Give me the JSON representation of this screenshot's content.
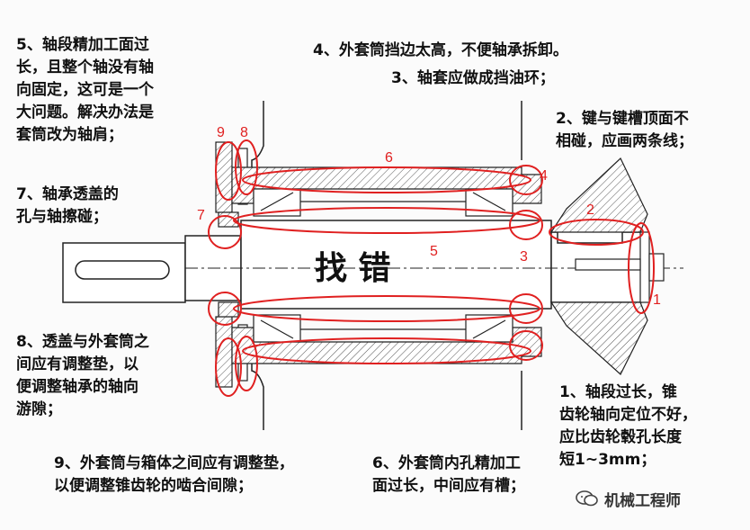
{
  "title": "找  错",
  "notes": {
    "n1": "1、轴段过长，锥\n齿轮轴向定位不好，\n应比齿轮毂孔长度\n短1~3mm；",
    "n2": "2、键与键槽顶面不\n相碰，应画两条线；",
    "n3": "3、轴套应做成挡油环；",
    "n4": "4、外套筒挡边太高，不便轴承拆卸。",
    "n5": "5、轴段精加工面过\n长，且整个轴没有轴\n向固定，这可是一个\n大问题。解决办法是\n套筒改为轴肩；",
    "n6": "6、外套筒内孔精加工\n面过长，中间应有槽；",
    "n7": "7、轴承透盖的\n孔与轴擦碰；",
    "n8": "8、透盖与外套筒之\n间应有调整垫，以\n便调整轴承的轴向\n游隙；",
    "n9": "9、外套筒与箱体之间应有调整垫，\n以便调整锥齿轮的啮合间隙；"
  },
  "markers": {
    "m1": "1",
    "m2": "2",
    "m3": "3",
    "m4": "4",
    "m5": "5",
    "m6": "6",
    "m7": "7",
    "m8": "8",
    "m9": "9"
  },
  "watermark": {
    "text": "机械工程师",
    "icon": "wechat-icon"
  },
  "colors": {
    "highlight": "#e02020",
    "line": "#222222",
    "text": "#101010"
  }
}
